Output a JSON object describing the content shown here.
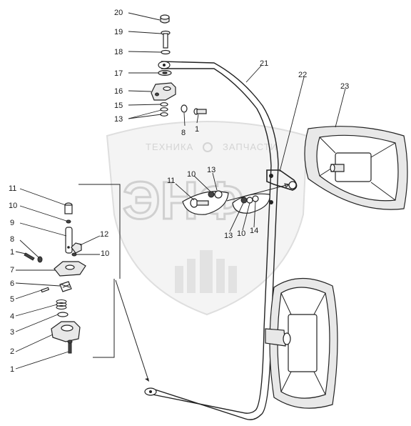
{
  "watermark": {
    "brand_text": "ТЕХНИКА",
    "brand_text_2": "ЗАПЧАСТИ",
    "logo_text": "ЭНФ"
  },
  "callouts": {
    "c20": "20",
    "c19": "19",
    "c18": "18",
    "c17": "17",
    "c16": "16",
    "c15": "15",
    "c13a": "13",
    "c8a": "8",
    "c1a": "1",
    "c21": "21",
    "c22": "22",
    "c23": "23",
    "c11a": "11",
    "c10a": "10",
    "c13b": "13",
    "c13c": "13",
    "c10b": "10",
    "c14": "14",
    "l11": "11",
    "l10": "10",
    "l9": "9",
    "l8": "8",
    "l12": "12",
    "l1a": "1",
    "l10b": "10",
    "l7": "7",
    "l6": "6",
    "l5": "5",
    "l4": "4",
    "l3": "3",
    "l2": "2",
    "l1b": "1"
  }
}
